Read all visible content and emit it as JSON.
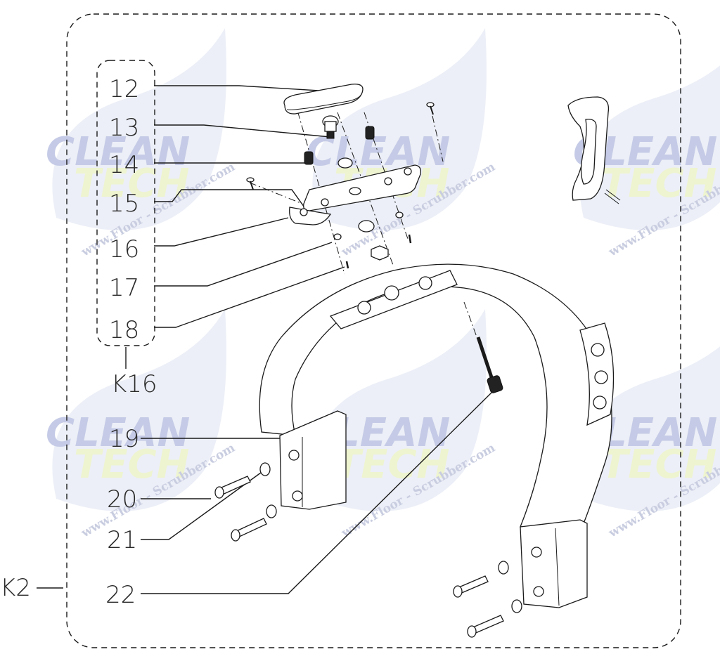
{
  "assembly": {
    "label": "K2",
    "subassembly_label": "K16"
  },
  "callouts": [
    {
      "id": "12"
    },
    {
      "id": "13"
    },
    {
      "id": "14"
    },
    {
      "id": "15"
    },
    {
      "id": "16"
    },
    {
      "id": "17"
    },
    {
      "id": "18"
    },
    {
      "id": "19"
    },
    {
      "id": "20"
    },
    {
      "id": "21"
    },
    {
      "id": "22"
    }
  ],
  "watermark": {
    "logo_top": "CLEAN",
    "logo_bottom": "TECH",
    "url": "www.Floor - Scrubber.com",
    "logo_top_color": "#c5cbe6",
    "logo_bottom_color": "#eef4cf",
    "blob_color": "#dde2f0"
  }
}
